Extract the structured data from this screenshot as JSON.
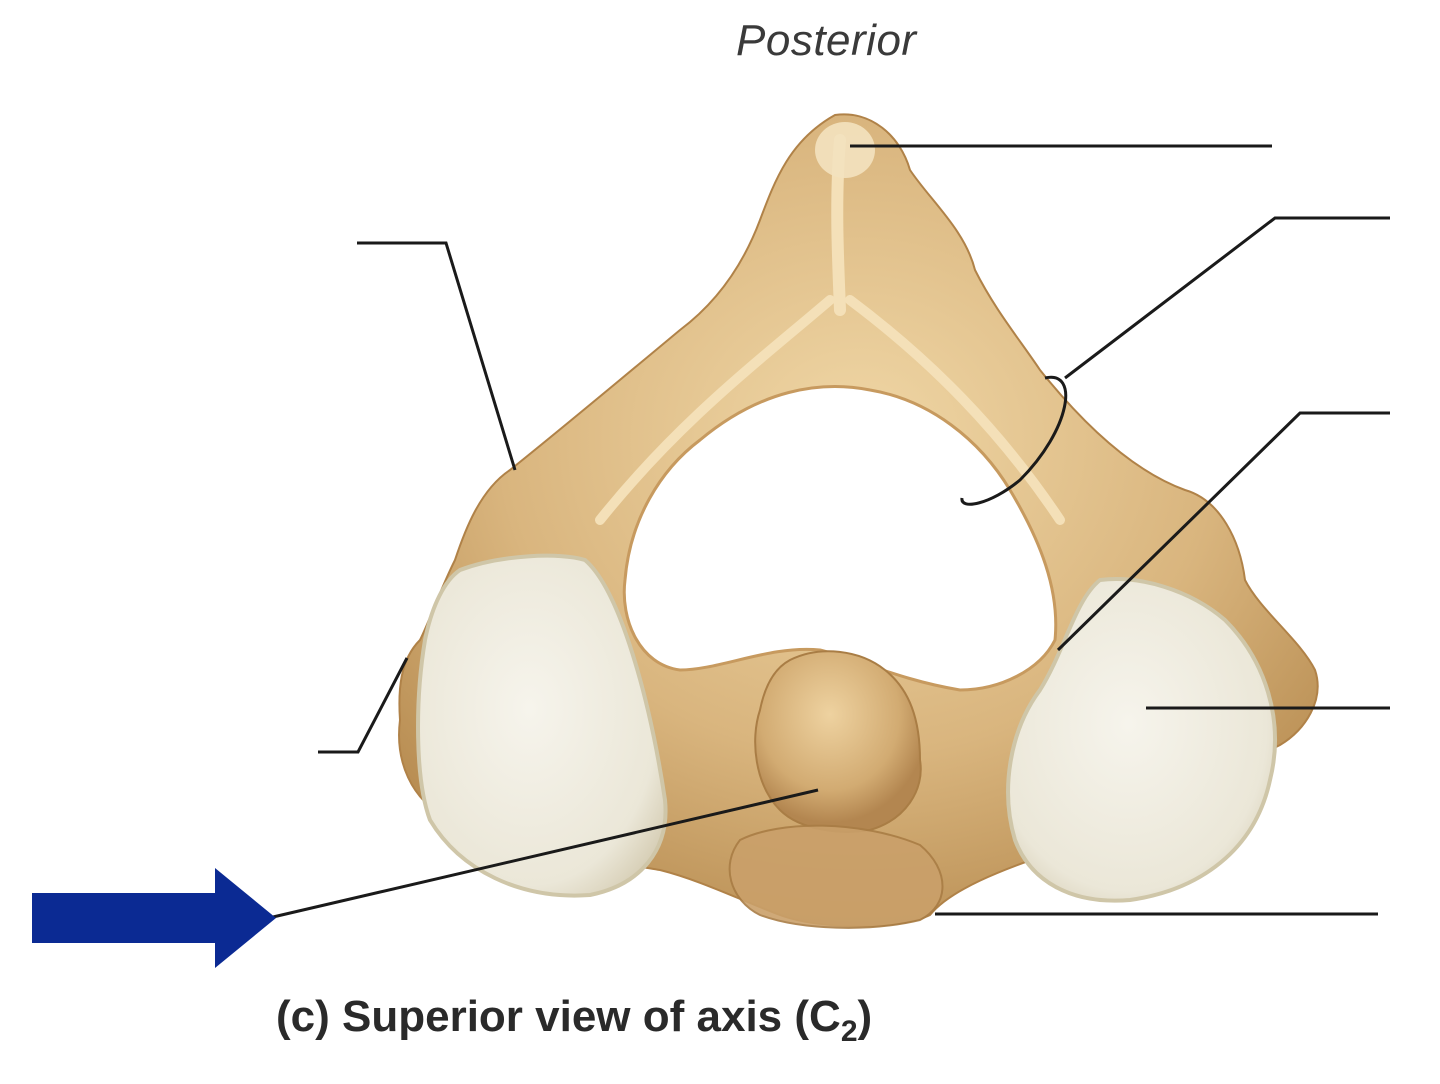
{
  "figure": {
    "orientation_label": "Posterior",
    "caption": {
      "prefix": "(c) Superior view of axis (C",
      "subscript": "2",
      "suffix": ")"
    },
    "colors": {
      "bone": "#d9b57e",
      "bone_light": "#ecd2a0",
      "bone_shadow": "#b88d52",
      "articular_facet": "#efece0",
      "leader_line": "#1a1a1a",
      "arrow": "#0b2a93"
    },
    "label_count": 8
  }
}
